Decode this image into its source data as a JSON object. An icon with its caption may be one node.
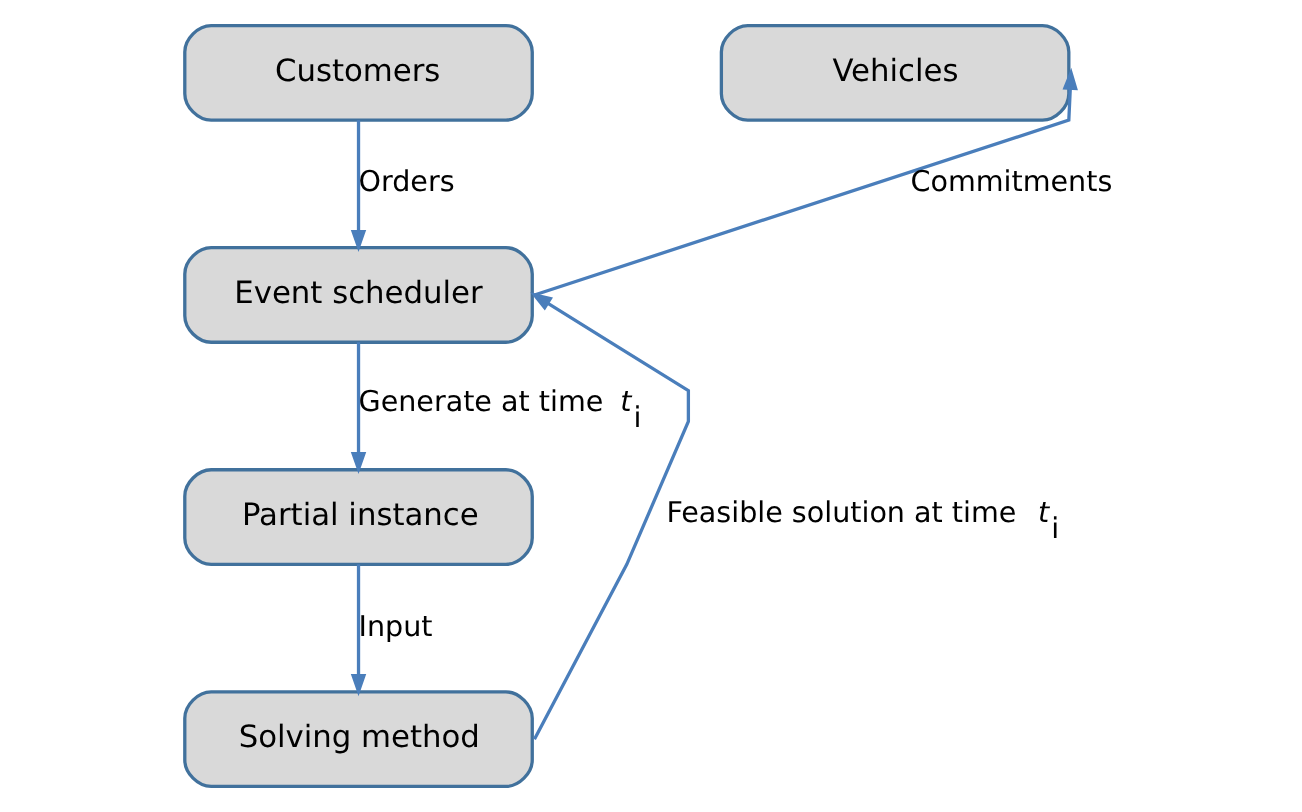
{
  "diagram": {
    "nodes": [
      {
        "text": [
          "Customers"
        ]
      },
      {
        "text": [
          "Vehicles"
        ]
      },
      {
        "text": [
          "Event scheduler"
        ]
      },
      {
        "text": [
          "Partial instance"
        ]
      },
      {
        "text": [
          "Solving method"
        ]
      }
    ],
    "edges": [
      {
        "from": 0,
        "to": 2,
        "arrow": "to",
        "label": "Orders"
      },
      {
        "from": 2,
        "to": 1,
        "arrow": "to",
        "label": "Commitments"
      },
      {
        "from": 2,
        "to": 3,
        "arrow": "to",
        "label": "Generate at time *t*$_{i}$"
      },
      {
        "from": 3,
        "to": 4,
        "arrow": "to",
        "label": "Input"
      },
      {
        "from": 4,
        "to": 2,
        "arrow": "to",
        "label": "Feasible solution at time *t*$_{i}$"
      }
    ]
  }
}
